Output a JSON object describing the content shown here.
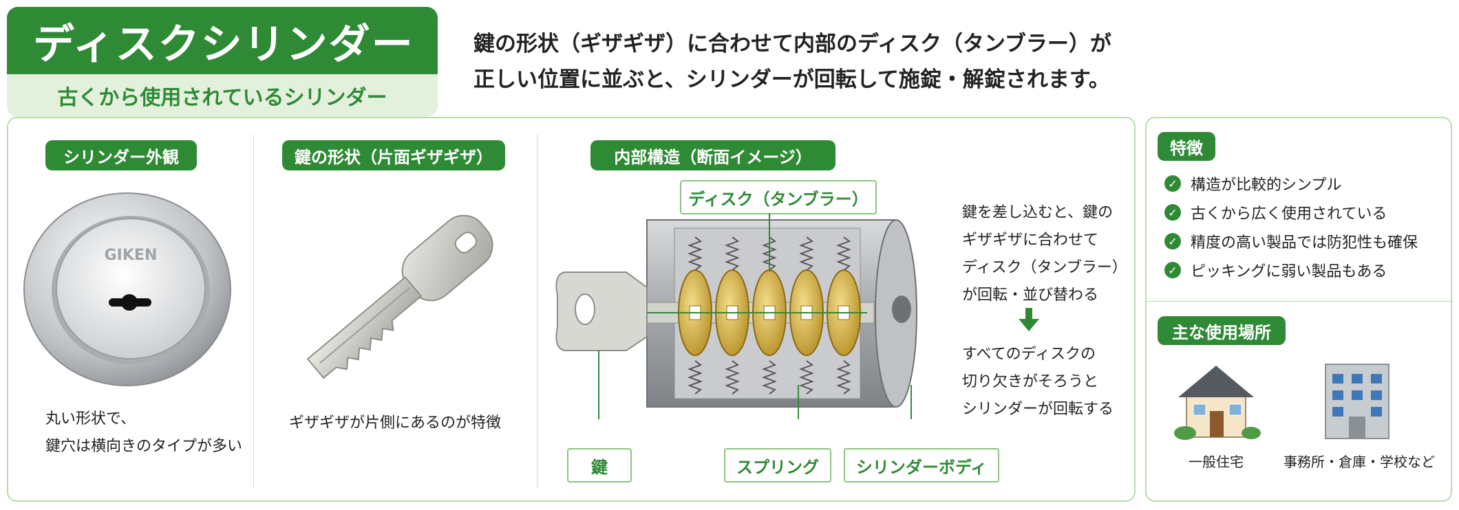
{
  "header": {
    "title": "ディスクシリンダー",
    "subtitle": "古くから使用されているシリンダー",
    "description_lines": [
      "鍵の形状（ギザギザ）に合わせて内部のディスク（タンブラー）が",
      "正しい位置に並ぶと、シリンダーが回転して施錠・解錠されます。"
    ]
  },
  "section_appearance": {
    "title": "シリンダー外観",
    "brand": "GIKEN",
    "desc_lines": [
      "丸い形状で、",
      "鍵穴は横向きのタイプが多い"
    ]
  },
  "section_key": {
    "title": "鍵の形状（片面ギザギザ）",
    "desc": "ギザギザが片側にあるのが特徴"
  },
  "section_internal": {
    "title": "内部構造（断面イメージ）",
    "labels": {
      "disc": "ディスク（タンブラー）",
      "key": "鍵",
      "spring": "スプリング",
      "body": "シリンダーボディ"
    },
    "explain_top": [
      "鍵を差し込むと、鍵の",
      "ギザギザに合わせて",
      "ディスク（タンブラー）",
      "が回転・並び替わる"
    ],
    "explain_bottom": [
      "すべてのディスクの",
      "切り欠きがそろうと",
      "シリンダーが回転する"
    ]
  },
  "features": {
    "title": "特徴",
    "items": [
      "構造が比較的シンプル",
      "古くから広く使用されている",
      "精度の高い製品では防犯性も確保",
      "ピッキングに弱い製品もある"
    ]
  },
  "places": {
    "title": "主な使用場所",
    "items": [
      "一般住宅",
      "事務所・倉庫・学校など"
    ]
  },
  "colors": {
    "accent": "#2f8a35",
    "accent_light": "#e3f0dc",
    "border": "#b9dcae",
    "brass": "#d4b24a"
  }
}
